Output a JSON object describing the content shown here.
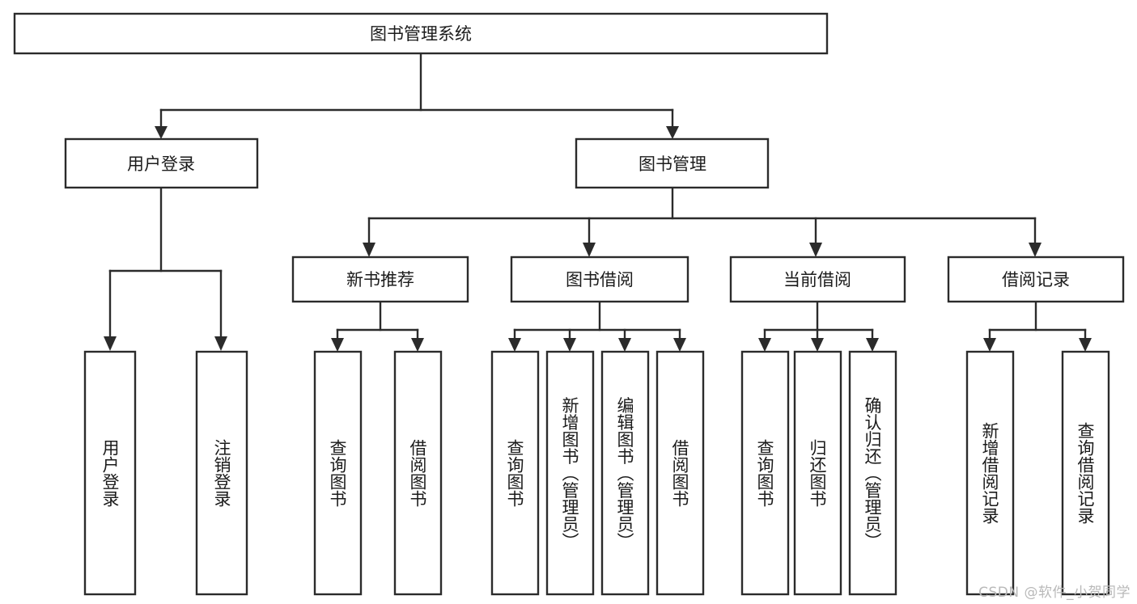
{
  "diagram": {
    "title": "图书管理系统",
    "type": "tree",
    "watermark": "CSDN @软件_小贺同学",
    "colors": {
      "stroke": "#2b2b2b",
      "fill": "#ffffff",
      "text": "#1b1b1b",
      "watermark": "#b9b9b9",
      "background": "#ffffff"
    },
    "levels": {
      "root": "图书管理系统",
      "level1": [
        "用户登录",
        "图书管理"
      ],
      "level2": [
        "新书推荐",
        "图书借阅",
        "当前借阅",
        "借阅记录"
      ],
      "level3": [
        "用户登录",
        "注销登录",
        "查询图书",
        "借阅图书",
        "查询图书",
        "新增图书（管理员）",
        "编辑图书（管理员）",
        "借阅图书",
        "查询图书",
        "归还图书",
        "确认归还（管理员）",
        "新增借阅记录",
        "查询借阅记录"
      ]
    },
    "nodes": {
      "root": {
        "label": "图书管理系统"
      },
      "user_login": {
        "label": "用户登录"
      },
      "book_manage": {
        "label": "图书管理"
      },
      "new_book_rec": {
        "label": "新书推荐"
      },
      "book_borrow": {
        "label": "图书借阅"
      },
      "current_borrow": {
        "label": "当前借阅"
      },
      "borrow_record": {
        "label": "借阅记录"
      },
      "leaf_user_login": {
        "label": "用户登录"
      },
      "leaf_logout": {
        "label": "注销登录"
      },
      "leaf_query_book_a": {
        "label": "查询图书"
      },
      "leaf_borrow_book_a": {
        "label": "借阅图书"
      },
      "leaf_query_book_b": {
        "label": "查询图书"
      },
      "leaf_add_book": {
        "label": "新增图书（管理员）"
      },
      "leaf_edit_book": {
        "label": "编辑图书（管理员）"
      },
      "leaf_borrow_book_b": {
        "label": "借阅图书"
      },
      "leaf_query_book_c": {
        "label": "查询图书"
      },
      "leaf_return_book": {
        "label": "归还图书"
      },
      "leaf_confirm_return": {
        "label": "确认归还（管理员）"
      },
      "leaf_add_record": {
        "label": "新增借阅记录"
      },
      "leaf_query_record": {
        "label": "查询借阅记录"
      }
    }
  }
}
